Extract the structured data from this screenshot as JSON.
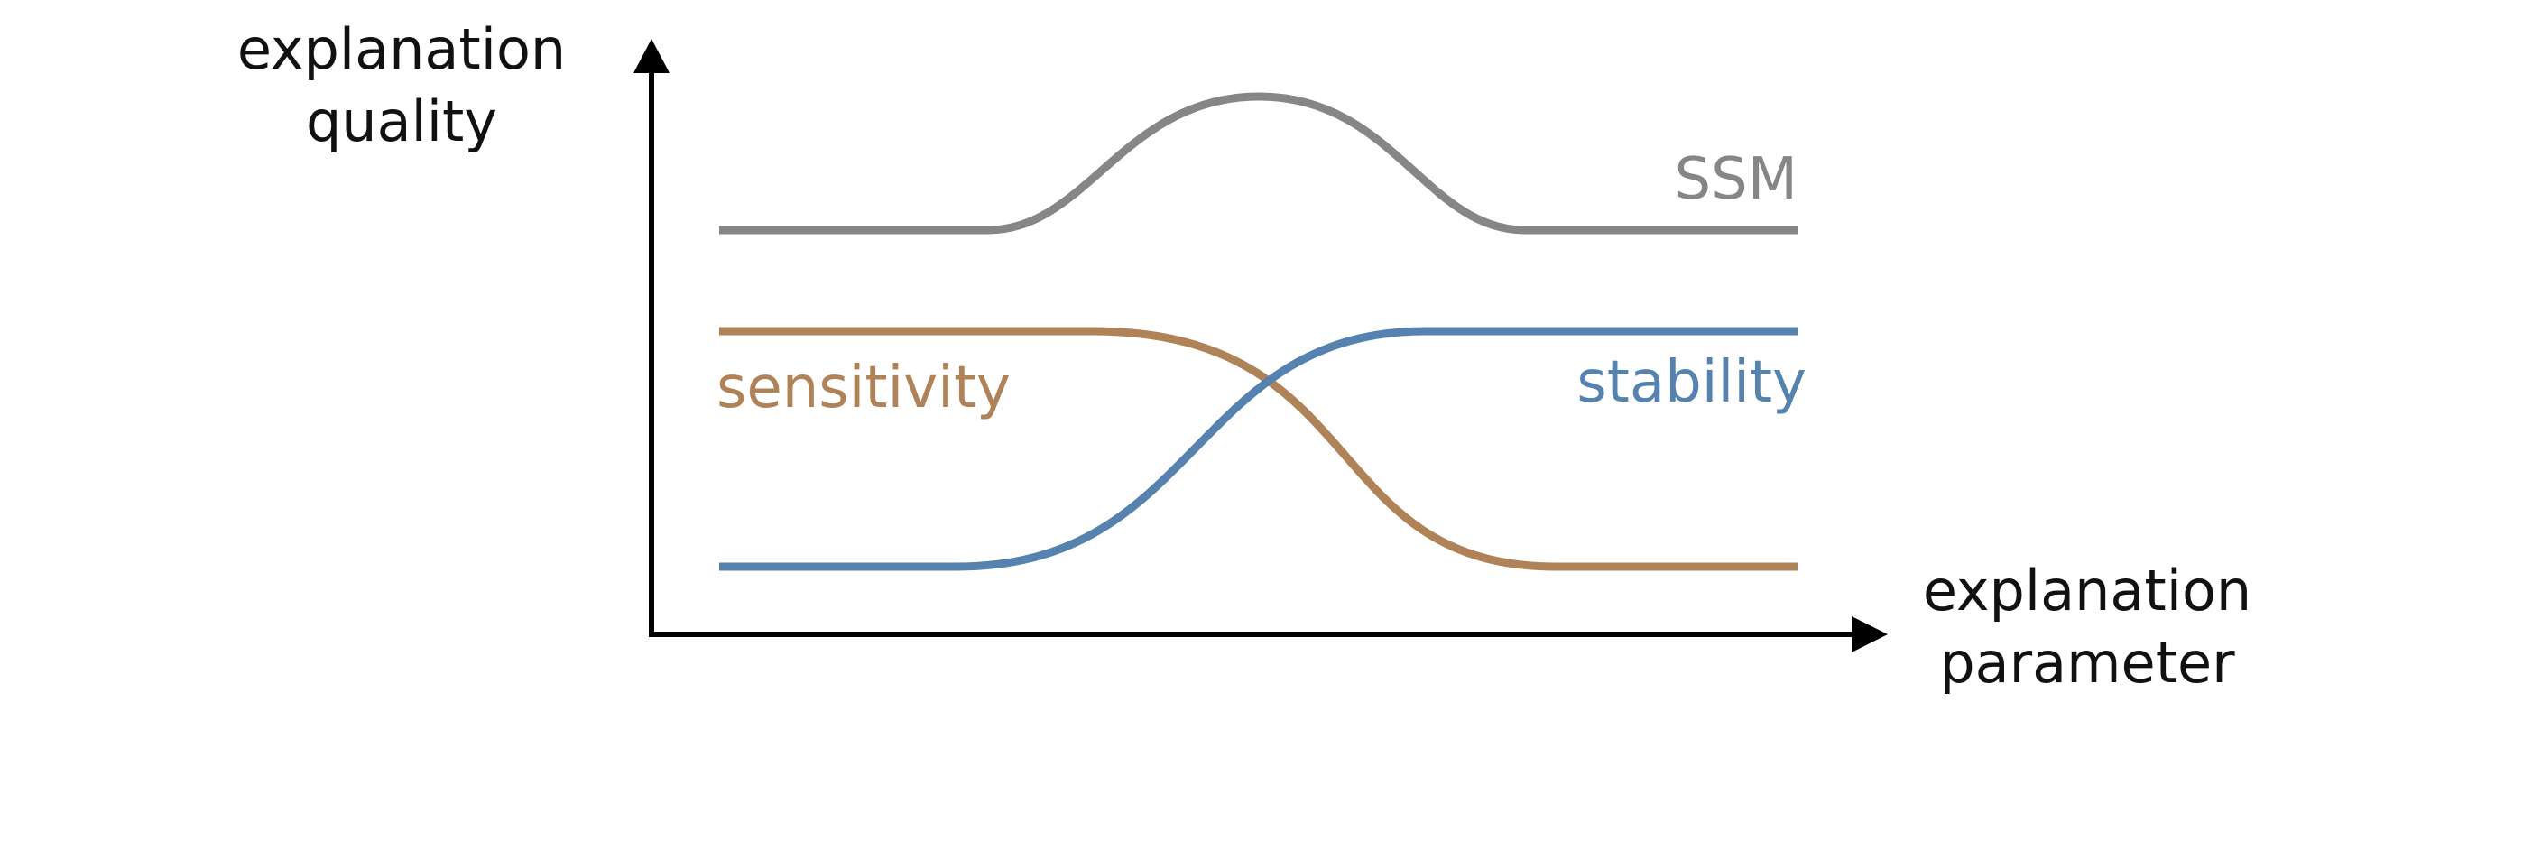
{
  "y_axis": {
    "title_line1": "explanation",
    "title_line2": "quality"
  },
  "x_axis": {
    "title_line1": "explanation",
    "title_line2": "parameter"
  },
  "curves": {
    "ssm": {
      "label": "SSM",
      "color": "#868686"
    },
    "sensitivity": {
      "label": "sensitivity",
      "color": "#b08257"
    },
    "stability": {
      "label": "stability",
      "color": "#5582ae"
    }
  },
  "axis_color": "#000000"
}
